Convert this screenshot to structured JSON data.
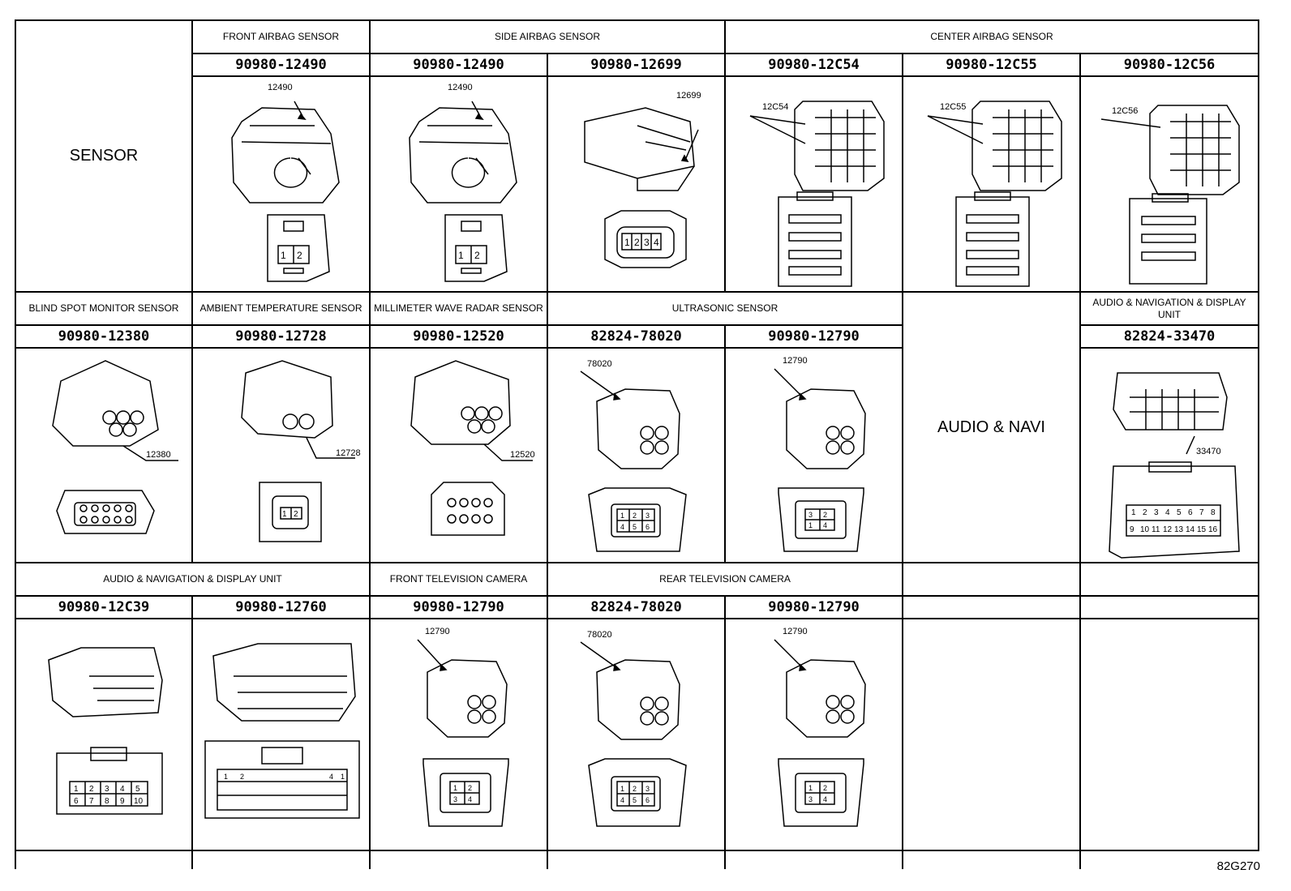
{
  "sections": {
    "sensor": "SENSOR",
    "front_airbag": "FRONT AIRBAG SENSOR",
    "side_airbag": "SIDE AIRBAG SENSOR",
    "center_airbag": "CENTER AIRBAG SENSOR",
    "blind_spot": "BLIND SPOT MONITOR SENSOR",
    "ambient_temp": "AMBIENT TEMPERATURE SENSOR",
    "mmwave": "MILLIMETER WAVE RADAR SENSOR",
    "ultrasonic": "ULTRASONIC SENSOR",
    "audio_nav_display_1": "AUDIO & NAVIGATION & DISPLAY UNIT",
    "audio_navi": "AUDIO & NAVI",
    "audio_nav_display_2": "AUDIO & NAVIGATION & DISPLAY UNIT",
    "front_tv_camera": "FRONT TELEVISION CAMERA",
    "rear_tv_camera": "REAR TELEVISION CAMERA"
  },
  "parts": [
    {
      "number": "90980-12490",
      "callout": "12490",
      "pins": [
        "1",
        "2"
      ]
    },
    {
      "number": "90980-12490",
      "callout": "12490",
      "pins": [
        "1",
        "2"
      ]
    },
    {
      "number": "90980-12699",
      "callout": "12699",
      "pins": [
        "1",
        "2",
        "3",
        "4"
      ]
    },
    {
      "number": "90980-12C54",
      "callout": "12C54",
      "pins": []
    },
    {
      "number": "90980-12C55",
      "callout": "12C55",
      "pins": []
    },
    {
      "number": "90980-12C56",
      "callout": "12C56",
      "pins": []
    },
    {
      "number": "90980-12380",
      "callout": "12380",
      "pins": []
    },
    {
      "number": "90980-12728",
      "callout": "12728",
      "pins": [
        "1",
        "2"
      ]
    },
    {
      "number": "90980-12520",
      "callout": "12520",
      "pins": []
    },
    {
      "number": "82824-78020",
      "callout": "78020",
      "pins": [
        "1",
        "2",
        "3",
        "4",
        "5",
        "6"
      ]
    },
    {
      "number": "90980-12790",
      "callout": "12790",
      "pins": [
        "3",
        "2",
        "1",
        "4"
      ]
    },
    {
      "number": "82824-33470",
      "callout": "33470",
      "pins": [
        "1",
        "2",
        "3",
        "4",
        "5",
        "6",
        "7",
        "8",
        "9",
        "10",
        "11",
        "12",
        "13",
        "14",
        "15",
        "16"
      ]
    },
    {
      "number": "90980-12C39",
      "callout": "",
      "pins": [
        "1",
        "2",
        "3",
        "4",
        "5",
        "6",
        "7",
        "8",
        "9",
        "10"
      ]
    },
    {
      "number": "90980-12760",
      "callout": "",
      "pins": [
        "1",
        "2",
        "4",
        "1"
      ]
    },
    {
      "number": "90980-12790",
      "callout": "12790",
      "pins": [
        "1",
        "2",
        "3",
        "4"
      ]
    },
    {
      "number": "82824-78020",
      "callout": "78020",
      "pins": [
        "1",
        "2",
        "3",
        "4",
        "5",
        "6"
      ]
    },
    {
      "number": "90980-12790",
      "callout": "12790",
      "pins": [
        "1",
        "2",
        "3",
        "4"
      ]
    }
  ],
  "figure_code": "82G270"
}
